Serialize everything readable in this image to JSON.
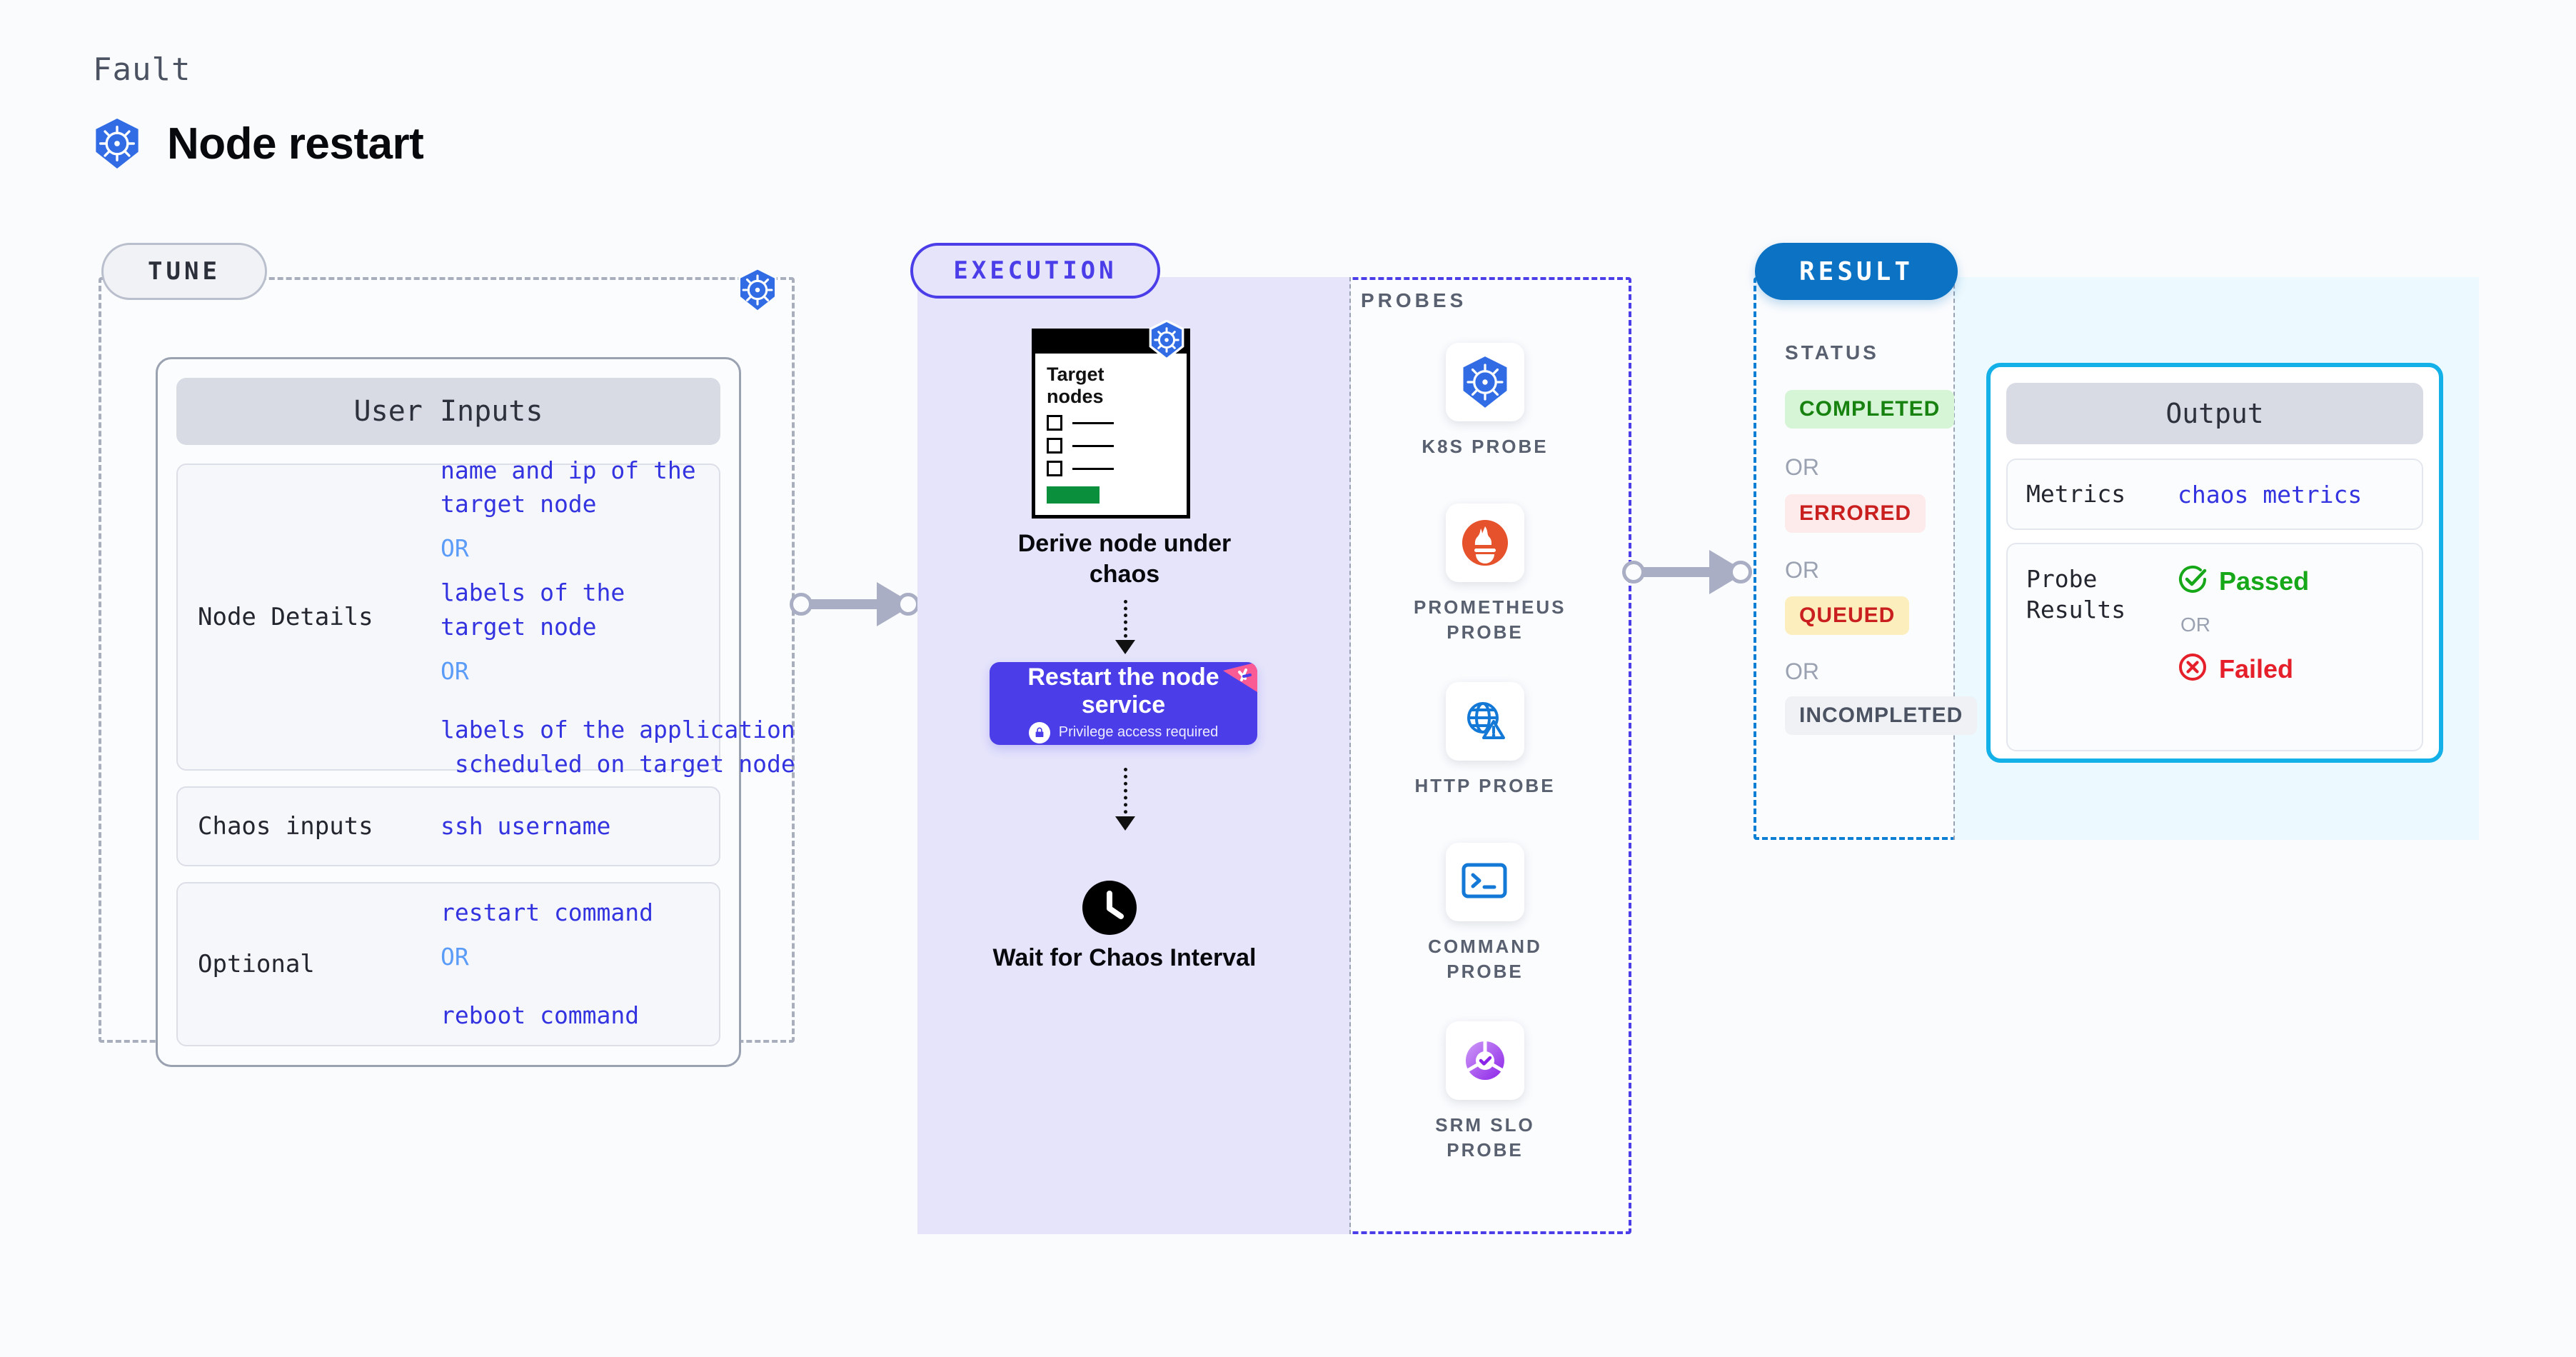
{
  "header": {
    "fault_label": "Fault",
    "title": "Node restart",
    "icon": "kubernetes-icon"
  },
  "tune": {
    "chip_label": "TUNE",
    "badge_icon": "kubernetes-icon",
    "card_title": "User Inputs",
    "rows": [
      {
        "label": "Node Details",
        "values": [
          "name and ip of the\ntarget node",
          "OR",
          "labels of the\ntarget node",
          "OR",
          "labels of the application\n scheduled on target node"
        ]
      },
      {
        "label": "Chaos inputs",
        "values": [
          "ssh username"
        ]
      },
      {
        "label": "Optional",
        "values": [
          "restart command",
          "OR",
          "reboot command"
        ]
      }
    ]
  },
  "execution": {
    "chip_label": "EXECUTION",
    "target_card": {
      "title_line1": "Target",
      "title_line2": "nodes",
      "badge_icon": "kubernetes-icon"
    },
    "steps": [
      {
        "caption": "Derive node under\nchaos"
      },
      {
        "caption": "Restart the node\nservice",
        "note": "Privilege access required",
        "note_icon": "lock-icon",
        "corner_icon": "chaos-flag-icon"
      },
      {
        "caption": "Wait for Chaos\nInterval",
        "icon": "clock-icon"
      }
    ],
    "probes_title": "PROBES",
    "probes": [
      {
        "name": "K8S PROBE",
        "icon": "kubernetes-icon"
      },
      {
        "name": "PROMETHEUS\nPROBE",
        "icon": "prometheus-icon"
      },
      {
        "name": "HTTP PROBE",
        "icon": "globe-alert-icon"
      },
      {
        "name": "COMMAND\nPROBE",
        "icon": "terminal-icon"
      },
      {
        "name": "SRM SLO\nPROBE",
        "icon": "srm-slo-icon"
      }
    ]
  },
  "result": {
    "chip_label": "RESULT",
    "status_title": "STATUS",
    "or_label": "OR",
    "statuses": [
      {
        "label": "COMPLETED",
        "bg": "#d6f5d6",
        "fg": "#17820f"
      },
      {
        "label": "ERRORED",
        "bg": "#fdeaea",
        "fg": "#c91f1f"
      },
      {
        "label": "QUEUED",
        "bg": "#fdeebe",
        "fg": "#c91f1f"
      },
      {
        "label": "INCOMPLETED",
        "bg": "#eff1f5",
        "fg": "#4b5363"
      }
    ],
    "output": {
      "title": "Output",
      "metrics_label": "Metrics",
      "metrics_value": "chaos metrics",
      "probe_label": "Probe\nResults",
      "passed": "Passed",
      "failed": "Failed",
      "or_label": "OR",
      "passed_icon": "check-circle-icon",
      "failed_icon": "x-circle-icon"
    }
  },
  "colors": {
    "tune_border": "#a8aebc",
    "execution_border": "#4b3ee8",
    "execution_fill": "#e5e4fb",
    "result_border": "#0b7fd4",
    "result_fill": "#ecf9fe",
    "accent_blue": "#3333e0",
    "k8s_blue": "#326ce5",
    "output_border": "#14b0e8"
  }
}
